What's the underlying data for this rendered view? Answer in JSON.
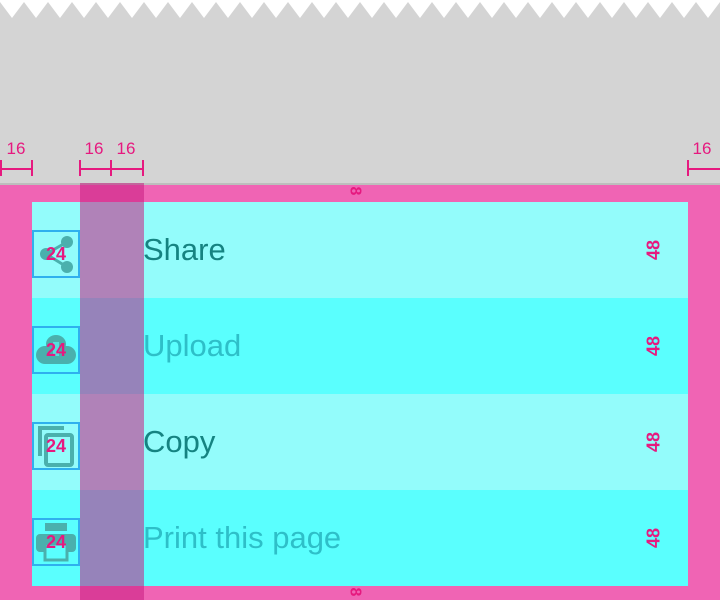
{
  "dimensions": {
    "left_margin": "16",
    "keyline_left": "16",
    "keyline_right": "16",
    "right_margin": "16",
    "top_padding": "8",
    "bottom_padding": "8",
    "icon_size": "24",
    "row_height": "48"
  },
  "menu": {
    "items": [
      {
        "label": "Share",
        "icon": "share-icon"
      },
      {
        "label": "Upload",
        "icon": "cloud-upload-icon"
      },
      {
        "label": "Copy",
        "icon": "copy-icon"
      },
      {
        "label": "Print this page",
        "icon": "print-icon"
      }
    ]
  },
  "colors": {
    "background": "#d4d4d4",
    "sheet_padding": "#f064b4",
    "row_light": "#93fcfb",
    "row_dark": "#5afffe",
    "spec_magenta": "#e6197f",
    "icon_border": "#2fb0ee",
    "icon_gray": "#4ab0ad"
  }
}
